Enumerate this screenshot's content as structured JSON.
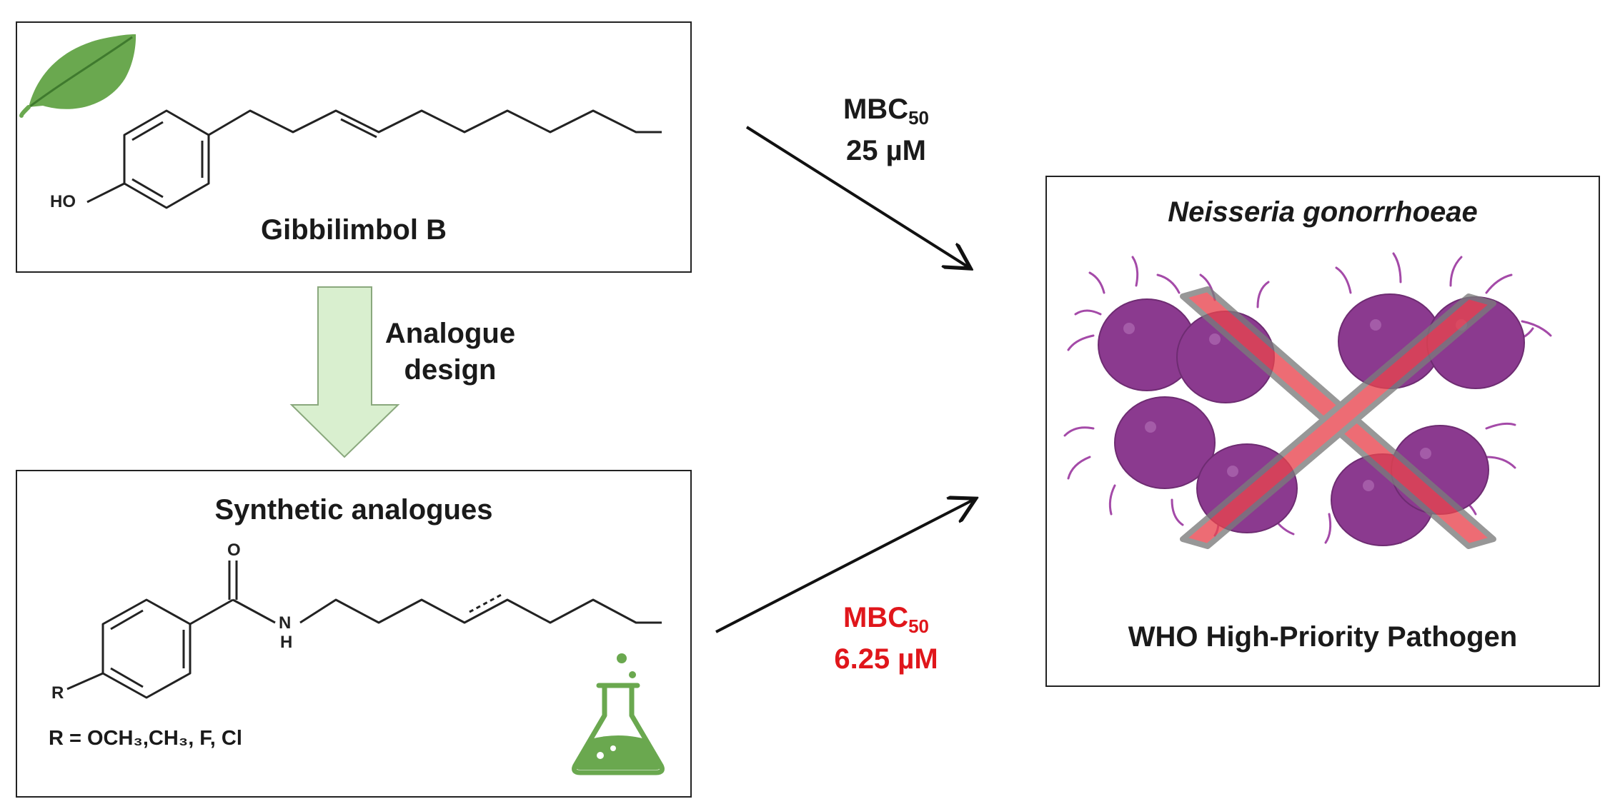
{
  "natural_product": {
    "name": "Gibbilimbol B",
    "hydroxyl_label": "HO"
  },
  "design_step": {
    "line1": "Analogue",
    "line2": "design"
  },
  "analogues": {
    "title": "Synthetic analogues",
    "r_group_label": "R",
    "amide_o": "O",
    "amide_n": "N",
    "amide_h": "H",
    "substituents": "R =  OCH₃,CH₃, F, Cl"
  },
  "arrow_top": {
    "metric": "MBC",
    "subscript": "50",
    "value": "25 µM"
  },
  "arrow_bottom": {
    "metric": "MBC",
    "subscript": "50",
    "value": "6.25 µM",
    "color": "#e0161b"
  },
  "pathogen": {
    "name": "Neisseria gonorrhoeae",
    "caption": "WHO High-Priority Pathogen",
    "cell_color": "#8b3a8f",
    "cross_color": "#e8444e"
  },
  "icons": {
    "leaf": "leaf-icon",
    "flask": "flask-icon"
  }
}
